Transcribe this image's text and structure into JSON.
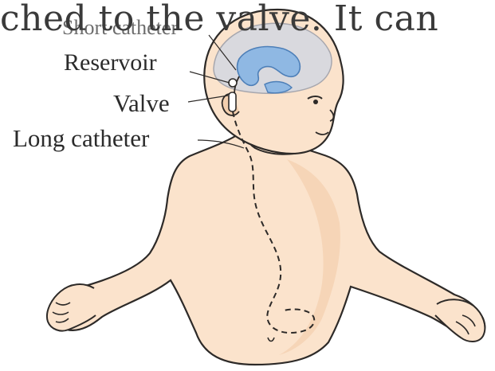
{
  "overlay_caption": "ched to the valve. It can",
  "labels": {
    "short_catheter": "Short catheter",
    "reservoir": "Reservoir",
    "valve": "Valve",
    "long_catheter": "Long catheter"
  },
  "colors": {
    "skin": "#fbe3cc",
    "skin_shadow": "#f3cfae",
    "outline": "#2d2a28",
    "brain": "#d9d9de",
    "ventricle": "#8fb8e3",
    "ventricle_dark": "#4d7fb8",
    "tube": "#2d2a28"
  }
}
